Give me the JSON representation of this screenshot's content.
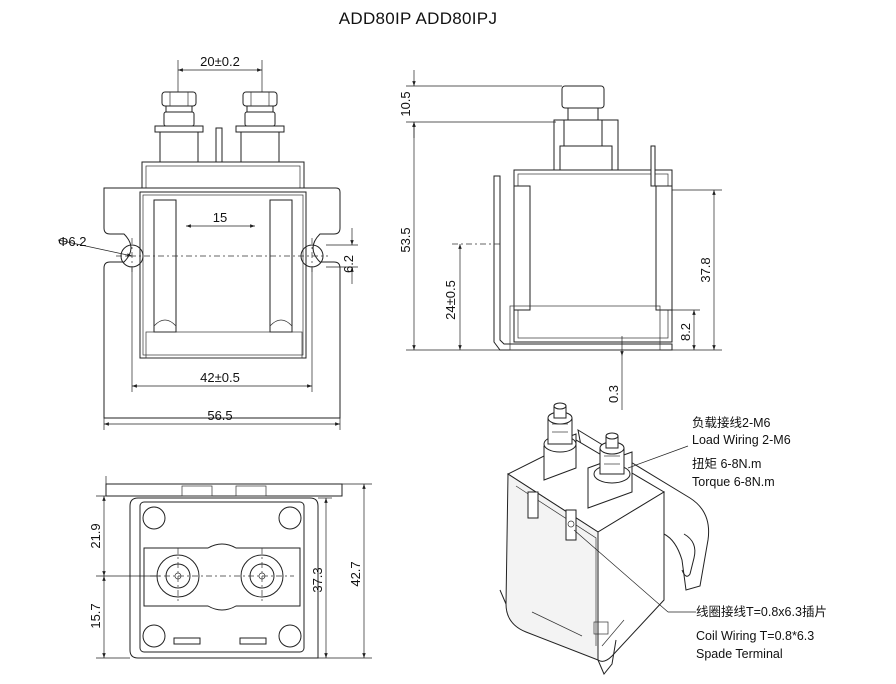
{
  "title": "ADD80IP  ADD80IPJ",
  "front_view": {
    "dim_terminal_spacing": "20±0.2",
    "dim_hole_diameter": "Φ6.2",
    "dim_coil_tab_spacing": "15",
    "dim_slot_height": "6.2",
    "dim_hole_spacing": "42±0.5",
    "dim_total_width": "56.5"
  },
  "side_view": {
    "dim_nut_height": "10.5",
    "dim_total_height": "53.5",
    "dim_mount_height": "24±0.5",
    "dim_body_height": "37.8",
    "dim_bottom_offset": "8.2",
    "dim_plate_thickness": "0.3"
  },
  "bottom_view": {
    "dim_upper": "21.9",
    "dim_lower": "15.7",
    "dim_body_depth": "37.3",
    "dim_total_depth": "42.7"
  },
  "iso_view": {
    "load_wiring_cn": "负载接线2-M6",
    "load_wiring_en": "Load Wiring 2-M6",
    "torque_cn": "扭矩 6-8N.m",
    "torque_en": "Torque 6-8N.m",
    "coil_wiring_cn": "线圈接线T=0.8x6.3插片",
    "coil_wiring_en": "Coil Wiring T=0.8*6.3",
    "spade_terminal": "Spade Terminal"
  }
}
